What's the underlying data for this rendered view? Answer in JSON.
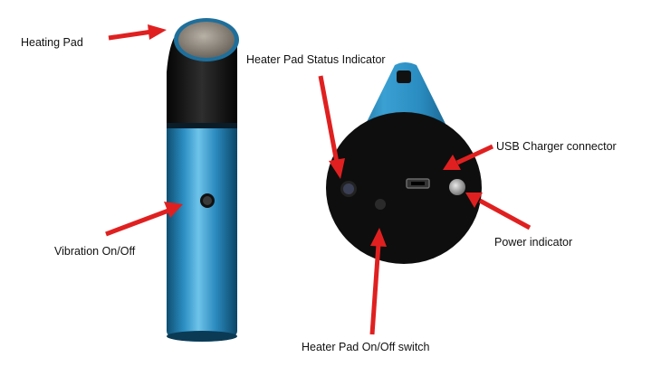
{
  "labels": {
    "heating_pad": "Heating Pad",
    "status_indicator": "Heater Pad Status Indicator",
    "usb_connector": "USB Charger connector",
    "vibration": "Vibration On/Off",
    "power_indicator": "Power indicator",
    "heater_switch": "Heater Pad On/Off switch"
  },
  "colors": {
    "arrow": "#e02020",
    "body_blue": "#2a8fc0",
    "cap_black": "#141414"
  }
}
